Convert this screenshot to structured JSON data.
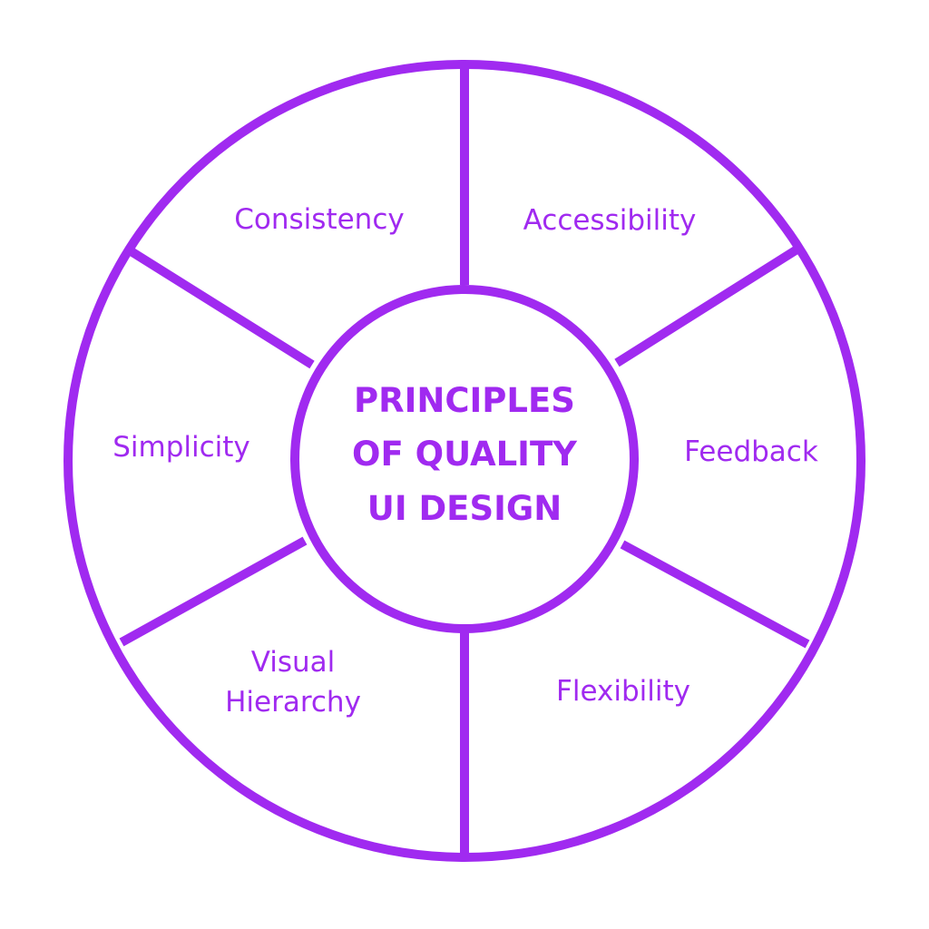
{
  "diagram": {
    "accent_color": "#a02af0",
    "center": {
      "line1": "PRINCIPLES",
      "line2": "OF QUALITY",
      "line3": "UI DESIGN"
    },
    "segments": {
      "consistency": "Consistency",
      "accessibility": "Accessibility",
      "feedback": "Feedback",
      "flexibility": "Flexibility",
      "visual_hierarchy_line1": "Visual",
      "visual_hierarchy_line2": "Hierarchy",
      "simplicity": "Simplicity"
    }
  }
}
